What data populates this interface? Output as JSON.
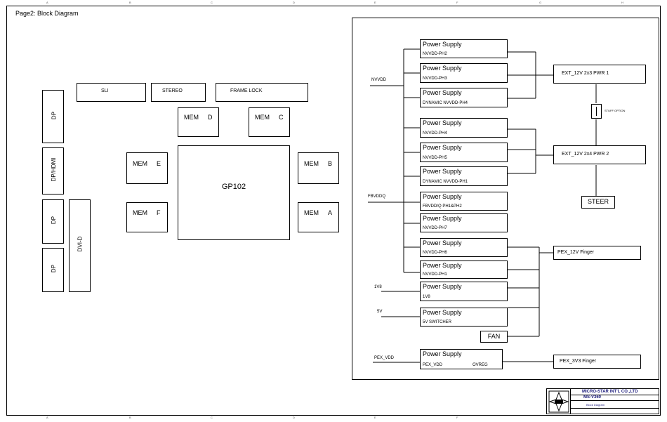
{
  "page_title": "Page2: Block Diagram",
  "gpu": "GP102",
  "left_ports": [
    "DP",
    "DP/HDMI",
    "DP",
    "DP",
    "DVI-D"
  ],
  "top_blocks": {
    "sli": "SLI",
    "stereo": "STEREO",
    "frame_lock": "FRAME LOCK"
  },
  "memory": {
    "d": [
      "MEM",
      "D"
    ],
    "c": [
      "MEM",
      "C"
    ],
    "e": [
      "MEM",
      "E"
    ],
    "f": [
      "MEM",
      "F"
    ],
    "b": [
      "MEM",
      "B"
    ],
    "a": [
      "MEM",
      "A"
    ]
  },
  "rail_labels": {
    "nvvdd": "NVVDD",
    "fbvddq": "FBVDDQ",
    "v1v8": "1V8",
    "v5v": "5V",
    "pex_vdd": "PEX_VDD"
  },
  "power_supplies": [
    {
      "title": "Power Supply",
      "sub": "NVVDD-PH2"
    },
    {
      "title": "Power Supply",
      "sub": "NVVDD-PH3"
    },
    {
      "title": "Power Supply",
      "sub": "DYNAMIC NVVDD-PH4"
    },
    {
      "title": "Power Supply",
      "sub": "NVVDD-PH4"
    },
    {
      "title": "Power Supply",
      "sub": "NVVDD-PH5"
    },
    {
      "title": "Power Supply",
      "sub": "DYNAMIC NVVDD-PH1"
    },
    {
      "title": "Power Supply",
      "sub": "FBVDD/Q PH1&PH2"
    },
    {
      "title": "Power Supply",
      "sub": "NVVDD-PH7"
    },
    {
      "title": "Power Supply",
      "sub": "NVVDD-PH6"
    },
    {
      "title": "Power Supply",
      "sub": "NVVDD-PH1"
    },
    {
      "title": "Power Supply",
      "sub": "1V8"
    },
    {
      "title": "Power Supply",
      "sub": "5V SWITCHER"
    },
    {
      "title": "Power Supply",
      "sub": "PEX_VDD",
      "sub2": "OVREG"
    }
  ],
  "connectors": {
    "ext1": "EXT_12V 2x3 PWR 1",
    "ext2": "EXT_12V 2x4 PWR 2",
    "steer": "STEER",
    "pex12": "PEX_12V Finger",
    "pex3v3": "PEX_3V3 Finger",
    "fan": "FAN",
    "stuff": "STUFF OPTION"
  },
  "title_block": {
    "company": "MICRO-STAR INT'L CO.,LTD",
    "model": "MS-V360",
    "doc": "Block Diagram"
  },
  "border_letters": [
    "A",
    "B",
    "C",
    "D",
    "E",
    "F",
    "G",
    "H"
  ]
}
